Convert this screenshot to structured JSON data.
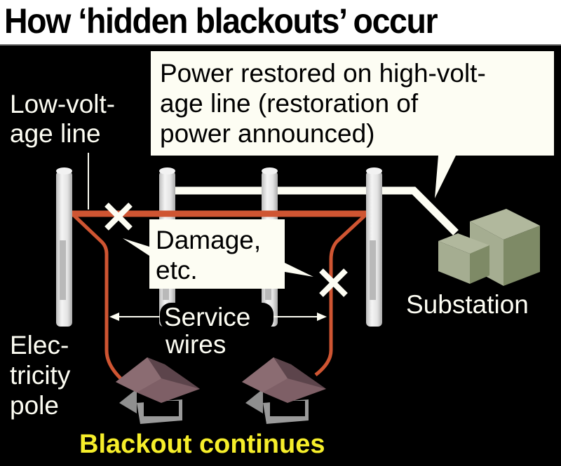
{
  "title": "How ‘hidden blackouts’ occur",
  "colors": {
    "background": "#000000",
    "low_voltage_line": "#cf5532",
    "high_voltage_line": "#fdfdf3",
    "callout_fill": "#fdfdf3",
    "substation": "#8f9a7c",
    "house_roof": "#7e5f66",
    "house_wall": "#909090",
    "emphasis_text": "#f6ee2a"
  },
  "labels": {
    "low_voltage_line": [
      "Low-volt-",
      "age line"
    ],
    "power_restored_callout": [
      "Power restored on high-volt-",
      "age line (restoration of",
      "power announced)"
    ],
    "damage_callout": [
      "Damage,",
      "etc."
    ],
    "service_wires": [
      "Service",
      "wires"
    ],
    "electricity_pole": [
      "Elec-",
      "tricity",
      "pole"
    ],
    "substation": "Substation",
    "blackout_status": "Blackout continues"
  },
  "icons": {
    "damage_marker": "x-mark-icon",
    "pole": "electricity-pole-icon",
    "house": "house-icon",
    "substation": "substation-icon"
  }
}
